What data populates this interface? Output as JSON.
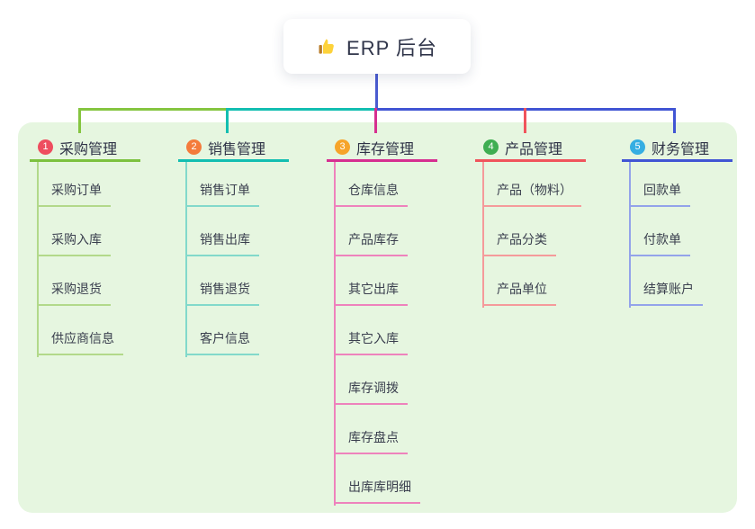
{
  "root": {
    "label": "ERP 后台",
    "icon": "thumbs-up-icon"
  },
  "branches": [
    {
      "badge": "1",
      "label": "采购管理",
      "badge_color": "#ee4d5f",
      "line_color": "#7cc13f",
      "child_line_color": "#b2d98a",
      "children": [
        "采购订单",
        "采购入库",
        "采购退货",
        "供应商信息"
      ]
    },
    {
      "badge": "2",
      "label": "销售管理",
      "badge_color": "#f47b3c",
      "line_color": "#13beb1",
      "child_line_color": "#82d9cb",
      "children": [
        "销售订单",
        "销售出库",
        "销售退货",
        "客户信息"
      ]
    },
    {
      "badge": "3",
      "label": "库存管理",
      "badge_color": "#f6a42a",
      "line_color": "#d62f90",
      "child_line_color": "#ee82bc",
      "children": [
        "仓库信息",
        "产品库存",
        "其它出库",
        "其它入库",
        "库存调拨",
        "库存盘点",
        "出库库明细"
      ]
    },
    {
      "badge": "4",
      "label": "产品管理",
      "badge_color": "#3fae52",
      "line_color": "#f0545c",
      "child_line_color": "#f59a9b",
      "children": [
        "产品（物料）",
        "产品分类",
        "产品单位"
      ]
    },
    {
      "badge": "5",
      "label": "财务管理",
      "badge_color": "#35aee2",
      "line_color": "#4155d4",
      "child_line_color": "#93a3ea",
      "children": [
        "回款单",
        "付款单",
        "结算账户"
      ]
    }
  ],
  "colors": {
    "canvas_bg": "#ffffff",
    "panel_bg": "#e6f6e0",
    "root_connector": "#4a5bd0",
    "text_dark": "#30354a"
  }
}
